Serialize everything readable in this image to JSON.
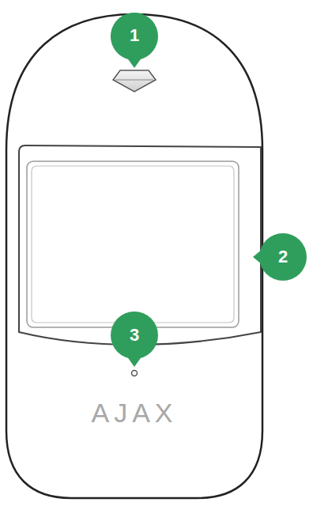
{
  "diagram": {
    "labels": [
      "1",
      "2",
      "3",
      "AJAX"
    ]
  }
}
